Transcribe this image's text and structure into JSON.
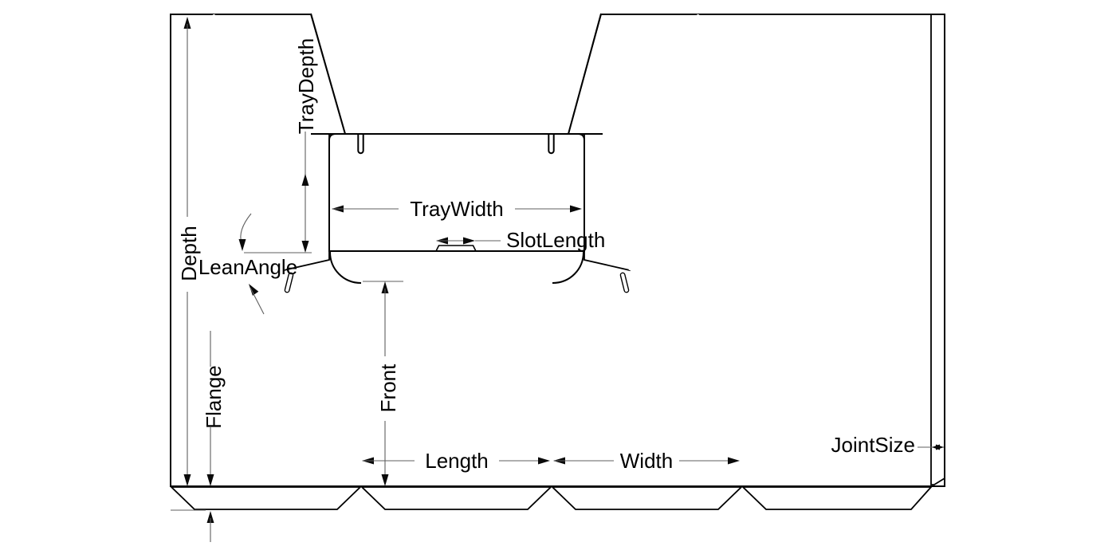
{
  "labels": {
    "depth": "Depth",
    "tray_depth": "TrayDepth",
    "tray_width": "TrayWidth",
    "slot_length": "SlotLength",
    "lean_angle": "LeanAngle",
    "flange": "Flange",
    "front": "Front",
    "length": "Length",
    "width": "Width",
    "joint_size": "JointSize"
  },
  "colors": {
    "panel-light": "#e9e9e9",
    "panel-dark": "#8a8a8a",
    "outline": "#000000",
    "fold-line": "#ffffff",
    "dim-line": "#5f5f5f",
    "label-text": "#000000",
    "page-bg": "#ffffff"
  }
}
